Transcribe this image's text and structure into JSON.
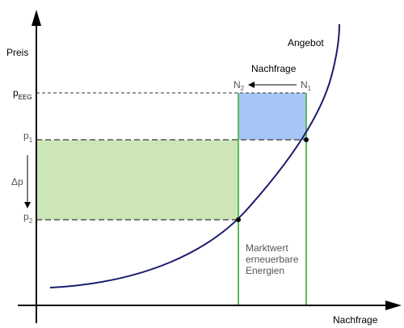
{
  "axes": {
    "y_label": "Preis",
    "x_label": "Nachfrage"
  },
  "supply": {
    "label": "Angebot"
  },
  "demand": {
    "label": "Nachfrage",
    "n1": {
      "base": "N",
      "sub": "1"
    },
    "n2": {
      "base": "N",
      "sub": "2"
    }
  },
  "prices": {
    "p_eeg": {
      "base": "p",
      "sub": "EEG"
    },
    "p1": {
      "base": "p",
      "sub": "1"
    },
    "p2": {
      "base": "p",
      "sub": "2"
    },
    "delta_p": "Δp"
  },
  "market_value": {
    "line1": "Marktwert",
    "line2": "erneuerbare",
    "line3": "Energien"
  },
  "colors": {
    "supply_curve": "#1a1a6e",
    "demand_lines": "#5cb85c",
    "blue_area": "#a6c6f5",
    "green_area": "#cde6b8",
    "dashed": "#333333"
  }
}
